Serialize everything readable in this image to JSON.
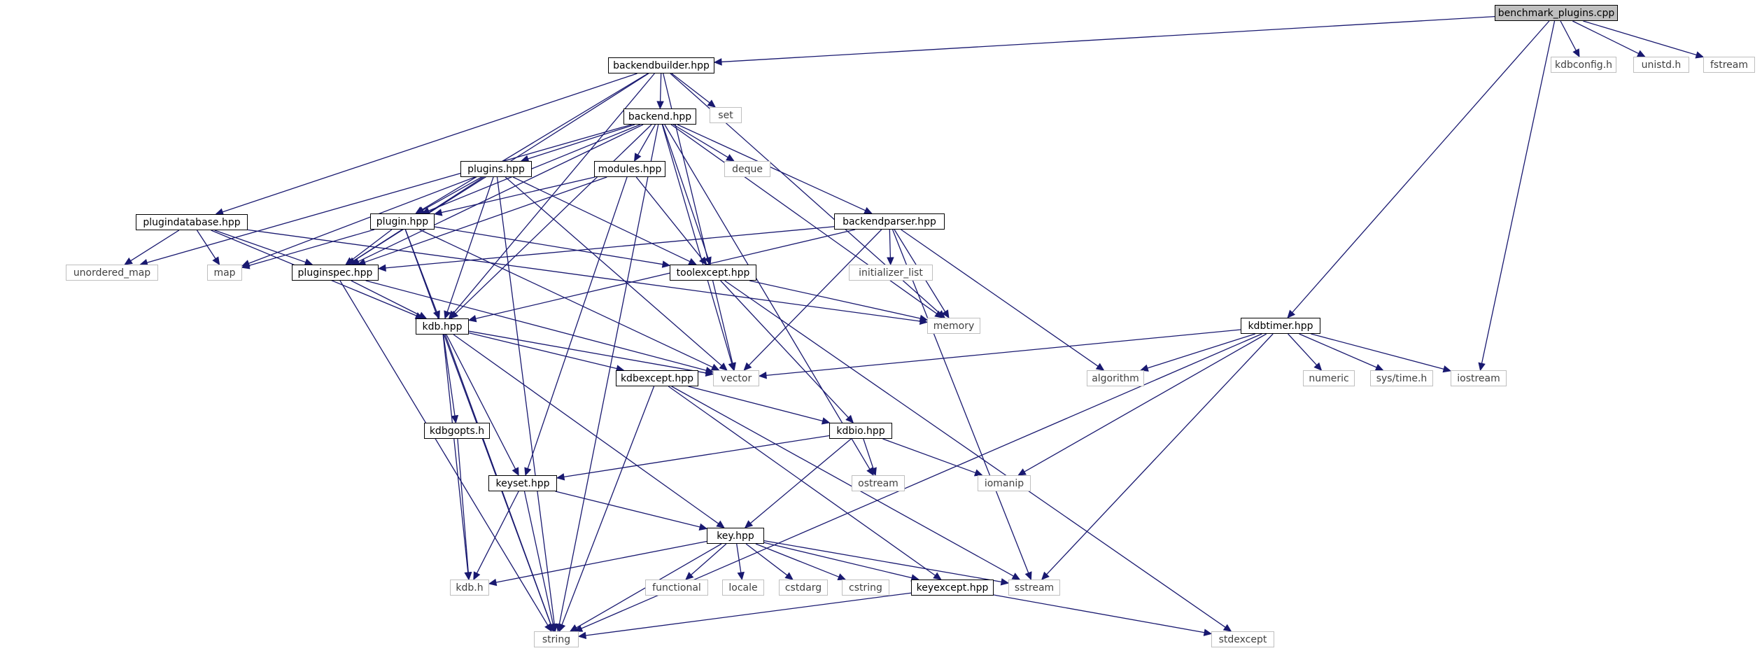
{
  "graph": {
    "root": "benchmark_plugins.cpp",
    "colors": {
      "edge": "#191970",
      "doc_border": "#000000",
      "ext_border": "#bfbfbf",
      "root_fill": "#bfbfbf",
      "ext_text": "#404040"
    },
    "nodes": {
      "benchmark_plugins_cpp": {
        "label": "benchmark_plugins.cpp",
        "kind": "root"
      },
      "backendbuilder_hpp": {
        "label": "backendbuilder.hpp",
        "kind": "doc"
      },
      "kdbconfig_h": {
        "label": "kdbconfig.h",
        "kind": "ext"
      },
      "unistd_h": {
        "label": "unistd.h",
        "kind": "ext"
      },
      "fstream": {
        "label": "fstream",
        "kind": "ext"
      },
      "set": {
        "label": "set",
        "kind": "ext"
      },
      "backend_hpp": {
        "label": "backend.hpp",
        "kind": "doc"
      },
      "plugins_hpp": {
        "label": "plugins.hpp",
        "kind": "doc"
      },
      "modules_hpp": {
        "label": "modules.hpp",
        "kind": "doc"
      },
      "deque": {
        "label": "deque",
        "kind": "ext"
      },
      "plugindatabase_hpp": {
        "label": "plugindatabase.hpp",
        "kind": "doc"
      },
      "plugin_hpp": {
        "label": "plugin.hpp",
        "kind": "doc"
      },
      "backendparser_hpp": {
        "label": "backendparser.hpp",
        "kind": "doc"
      },
      "unordered_map": {
        "label": "unordered_map",
        "kind": "ext"
      },
      "map": {
        "label": "map",
        "kind": "ext"
      },
      "pluginspec_hpp": {
        "label": "pluginspec.hpp",
        "kind": "doc"
      },
      "toolexcept_hpp": {
        "label": "toolexcept.hpp",
        "kind": "doc"
      },
      "initializer_list": {
        "label": "initializer_list",
        "kind": "ext"
      },
      "memory": {
        "label": "memory",
        "kind": "ext"
      },
      "kdb_hpp": {
        "label": "kdb.hpp",
        "kind": "doc"
      },
      "kdbtimer_hpp": {
        "label": "kdbtimer.hpp",
        "kind": "doc"
      },
      "vector": {
        "label": "vector",
        "kind": "ext"
      },
      "kdbexcept_hpp": {
        "label": "kdbexcept.hpp",
        "kind": "doc"
      },
      "algorithm": {
        "label": "algorithm",
        "kind": "ext"
      },
      "numeric": {
        "label": "numeric",
        "kind": "ext"
      },
      "sys_time_h": {
        "label": "sys/time.h",
        "kind": "ext"
      },
      "iostream": {
        "label": "iostream",
        "kind": "ext"
      },
      "kdbgopts_h": {
        "label": "kdbgopts.h",
        "kind": "doc"
      },
      "kdbio_hpp": {
        "label": "kdbio.hpp",
        "kind": "doc"
      },
      "keyset_hpp": {
        "label": "keyset.hpp",
        "kind": "doc"
      },
      "ostream": {
        "label": "ostream",
        "kind": "ext"
      },
      "iomanip": {
        "label": "iomanip",
        "kind": "ext"
      },
      "key_hpp": {
        "label": "key.hpp",
        "kind": "doc"
      },
      "kdb_h": {
        "label": "kdb.h",
        "kind": "ext"
      },
      "functional": {
        "label": "functional",
        "kind": "ext"
      },
      "locale": {
        "label": "locale",
        "kind": "ext"
      },
      "cstdarg": {
        "label": "cstdarg",
        "kind": "ext"
      },
      "cstring": {
        "label": "cstring",
        "kind": "ext"
      },
      "keyexcept_hpp": {
        "label": "keyexcept.hpp",
        "kind": "doc"
      },
      "sstream": {
        "label": "sstream",
        "kind": "ext"
      },
      "string": {
        "label": "string",
        "kind": "ext"
      },
      "stdexcept": {
        "label": "stdexcept",
        "kind": "ext"
      }
    },
    "edges": [
      [
        "benchmark_plugins_cpp",
        "backendbuilder_hpp"
      ],
      [
        "benchmark_plugins_cpp",
        "kdbconfig_h"
      ],
      [
        "benchmark_plugins_cpp",
        "unistd_h"
      ],
      [
        "benchmark_plugins_cpp",
        "fstream"
      ],
      [
        "benchmark_plugins_cpp",
        "kdbtimer_hpp"
      ],
      [
        "benchmark_plugins_cpp",
        "iostream"
      ],
      [
        "backendbuilder_hpp",
        "set"
      ],
      [
        "backendbuilder_hpp",
        "backend_hpp"
      ],
      [
        "backendbuilder_hpp",
        "plugindatabase_hpp"
      ],
      [
        "backendbuilder_hpp",
        "plugin_hpp"
      ],
      [
        "backendbuilder_hpp",
        "pluginspec_hpp"
      ],
      [
        "backendbuilder_hpp",
        "kdb_hpp"
      ],
      [
        "backendbuilder_hpp",
        "memory"
      ],
      [
        "backendbuilder_hpp",
        "vector"
      ],
      [
        "backend_hpp",
        "plugins_hpp"
      ],
      [
        "backend_hpp",
        "modules_hpp"
      ],
      [
        "backend_hpp",
        "deque"
      ],
      [
        "backend_hpp",
        "backendparser_hpp"
      ],
      [
        "backend_hpp",
        "unordered_map"
      ],
      [
        "backend_hpp",
        "plugin_hpp"
      ],
      [
        "backend_hpp",
        "pluginspec_hpp"
      ],
      [
        "backend_hpp",
        "toolexcept_hpp"
      ],
      [
        "backend_hpp",
        "kdb_hpp"
      ],
      [
        "backend_hpp",
        "vector"
      ],
      [
        "backend_hpp",
        "memory"
      ],
      [
        "backend_hpp",
        "ostream"
      ],
      [
        "backend_hpp",
        "string"
      ],
      [
        "plugins_hpp",
        "plugin_hpp"
      ],
      [
        "plugins_hpp",
        "map"
      ],
      [
        "plugins_hpp",
        "toolexcept_hpp"
      ],
      [
        "plugins_hpp",
        "kdb_hpp"
      ],
      [
        "plugins_hpp",
        "vector"
      ],
      [
        "plugins_hpp",
        "string"
      ],
      [
        "plugins_hpp",
        "pluginspec_hpp"
      ],
      [
        "modules_hpp",
        "plugin_hpp"
      ],
      [
        "modules_hpp",
        "pluginspec_hpp"
      ],
      [
        "modules_hpp",
        "keyset_hpp"
      ],
      [
        "modules_hpp",
        "toolexcept_hpp"
      ],
      [
        "plugindatabase_hpp",
        "unordered_map"
      ],
      [
        "plugindatabase_hpp",
        "map"
      ],
      [
        "plugindatabase_hpp",
        "pluginspec_hpp"
      ],
      [
        "plugindatabase_hpp",
        "kdb_hpp"
      ],
      [
        "plugindatabase_hpp",
        "memory"
      ],
      [
        "plugin_hpp",
        "map"
      ],
      [
        "plugin_hpp",
        "pluginspec_hpp"
      ],
      [
        "plugin_hpp",
        "toolexcept_hpp"
      ],
      [
        "plugin_hpp",
        "kdb_hpp"
      ],
      [
        "plugin_hpp",
        "vector"
      ],
      [
        "plugin_hpp",
        "string"
      ],
      [
        "backendparser_hpp",
        "pluginspec_hpp"
      ],
      [
        "backendparser_hpp",
        "initializer_list"
      ],
      [
        "backendparser_hpp",
        "memory"
      ],
      [
        "backendparser_hpp",
        "kdb_hpp"
      ],
      [
        "backendparser_hpp",
        "vector"
      ],
      [
        "backendparser_hpp",
        "algorithm"
      ],
      [
        "backendparser_hpp",
        "sstream"
      ],
      [
        "pluginspec_hpp",
        "kdb_hpp"
      ],
      [
        "pluginspec_hpp",
        "vector"
      ],
      [
        "pluginspec_hpp",
        "string"
      ],
      [
        "toolexcept_hpp",
        "memory"
      ],
      [
        "toolexcept_hpp",
        "kdbio_hpp"
      ],
      [
        "toolexcept_hpp",
        "stdexcept"
      ],
      [
        "kdb_hpp",
        "vector"
      ],
      [
        "kdb_hpp",
        "kdbexcept_hpp"
      ],
      [
        "kdb_hpp",
        "kdbgopts_h"
      ],
      [
        "kdb_hpp",
        "keyset_hpp"
      ],
      [
        "kdb_hpp",
        "key_hpp"
      ],
      [
        "kdb_hpp",
        "kdb_h"
      ],
      [
        "kdb_hpp",
        "string"
      ],
      [
        "kdbtimer_hpp",
        "vector"
      ],
      [
        "kdbtimer_hpp",
        "algorithm"
      ],
      [
        "kdbtimer_hpp",
        "numeric"
      ],
      [
        "kdbtimer_hpp",
        "sys_time_h"
      ],
      [
        "kdbtimer_hpp",
        "iostream"
      ],
      [
        "kdbtimer_hpp",
        "iomanip"
      ],
      [
        "kdbtimer_hpp",
        "sstream"
      ],
      [
        "kdbtimer_hpp",
        "string"
      ],
      [
        "kdbexcept_hpp",
        "kdbio_hpp"
      ],
      [
        "kdbexcept_hpp",
        "keyexcept_hpp"
      ],
      [
        "kdbexcept_hpp",
        "sstream"
      ],
      [
        "kdbexcept_hpp",
        "string"
      ],
      [
        "kdbgopts_h",
        "kdb_h"
      ],
      [
        "kdbio_hpp",
        "keyset_hpp"
      ],
      [
        "kdbio_hpp",
        "key_hpp"
      ],
      [
        "kdbio_hpp",
        "ostream"
      ],
      [
        "kdbio_hpp",
        "iomanip"
      ],
      [
        "keyset_hpp",
        "key_hpp"
      ],
      [
        "keyset_hpp",
        "kdb_h"
      ],
      [
        "keyset_hpp",
        "string"
      ],
      [
        "key_hpp",
        "kdb_h"
      ],
      [
        "key_hpp",
        "functional"
      ],
      [
        "key_hpp",
        "locale"
      ],
      [
        "key_hpp",
        "cstdarg"
      ],
      [
        "key_hpp",
        "cstring"
      ],
      [
        "key_hpp",
        "keyexcept_hpp"
      ],
      [
        "key_hpp",
        "sstream"
      ],
      [
        "key_hpp",
        "string"
      ],
      [
        "keyexcept_hpp",
        "string"
      ],
      [
        "keyexcept_hpp",
        "stdexcept"
      ]
    ]
  }
}
